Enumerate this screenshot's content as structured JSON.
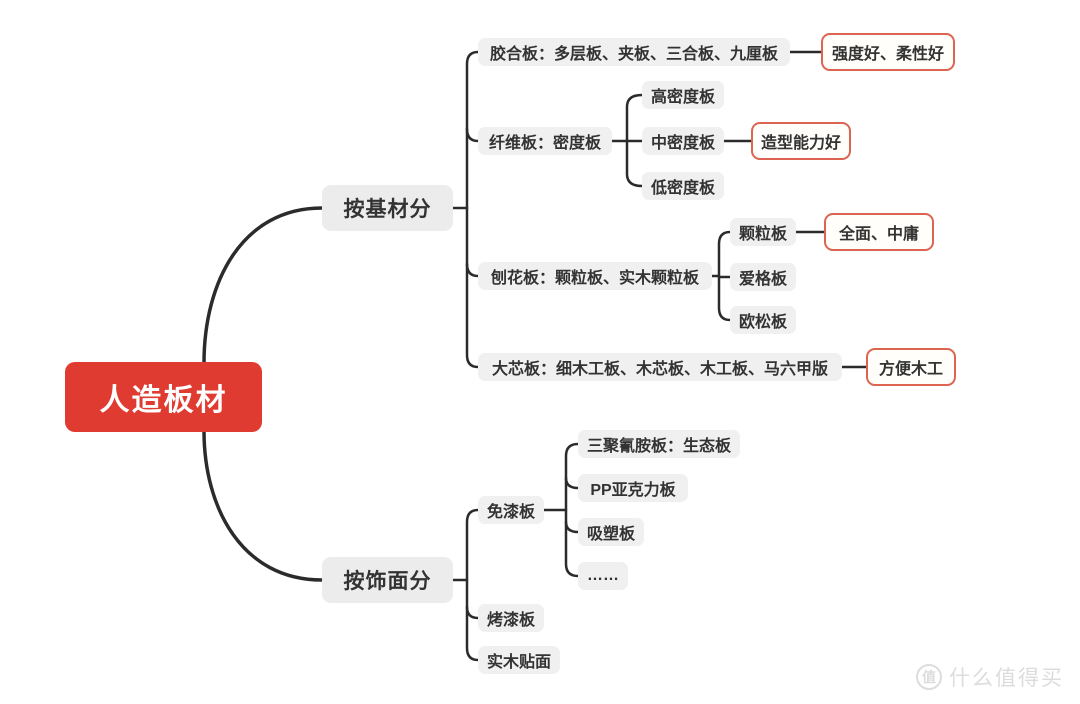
{
  "mindmap": {
    "root": {
      "label": "人造板材"
    },
    "groups": [
      {
        "label": "按基材分",
        "children": [
          {
            "label": "胶合板：多层板、夹板、三合板、九厘板",
            "callout": "强度好、柔性好"
          },
          {
            "label": "纤维板：密度板",
            "children": [
              {
                "label": "高密度板"
              },
              {
                "label": "中密度板",
                "callout": "造型能力好"
              },
              {
                "label": "低密度板"
              }
            ]
          },
          {
            "label": "刨花板：颗粒板、实木颗粒板",
            "children": [
              {
                "label": "颗粒板",
                "callout": "全面、中庸"
              },
              {
                "label": "爱格板"
              },
              {
                "label": "欧松板"
              }
            ]
          },
          {
            "label": "大芯板：细木工板、木芯板、木工板、马六甲版",
            "callout": "方便木工"
          }
        ]
      },
      {
        "label": "按饰面分",
        "children": [
          {
            "label": "免漆板",
            "children": [
              {
                "label": "三聚氰胺板：生态板"
              },
              {
                "label": "PP亚克力板"
              },
              {
                "label": "吸塑板"
              },
              {
                "label": "……"
              }
            ]
          },
          {
            "label": "烤漆板"
          },
          {
            "label": "实木贴面"
          }
        ]
      }
    ]
  },
  "watermark": {
    "logo_char": "值",
    "text": "什么值得买"
  },
  "colors": {
    "root_bg": "#e03b31",
    "root_text": "#ffffff",
    "node_bg": "#ececec",
    "leaf_bg": "#f0f0f0",
    "callout_border": "#dc6450",
    "callout_bg": "#fffefb",
    "line": "#2b2b2b",
    "text": "#333333",
    "watermark": "#dcdcdc"
  }
}
